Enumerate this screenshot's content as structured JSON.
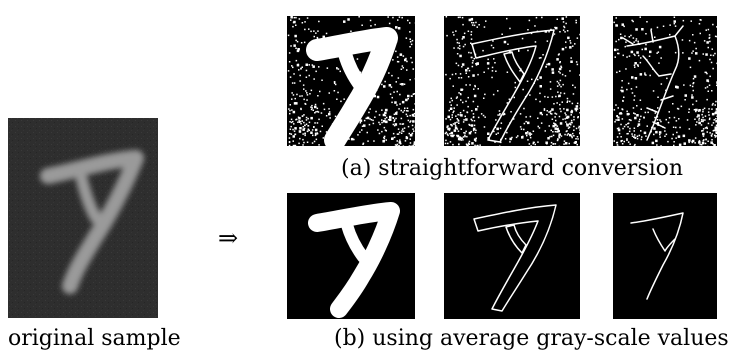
{
  "figure": {
    "original_caption": "original sample",
    "arrow_symbol": "⇒",
    "caption_a": "(a) straightforward conversion",
    "caption_b": "(b) using average gray-scale values"
  },
  "colors": {
    "background": "#ffffff",
    "original_bg": "#2b2b2b",
    "original_stroke": "#9a9a9a",
    "binary_bg": "#000000",
    "binary_fg": "#ffffff"
  },
  "images": [
    {
      "id": "original-sample-image",
      "kind": "grayscale character sample"
    },
    {
      "id": "a-binary-image",
      "kind": "noisy binarized character"
    },
    {
      "id": "a-contour-image",
      "kind": "noisy contour"
    },
    {
      "id": "a-skeleton-image",
      "kind": "noisy skeleton"
    },
    {
      "id": "b-binary-image",
      "kind": "clean binarized character"
    },
    {
      "id": "b-contour-image",
      "kind": "clean contour"
    },
    {
      "id": "b-skeleton-image",
      "kind": "clean skeleton"
    }
  ]
}
